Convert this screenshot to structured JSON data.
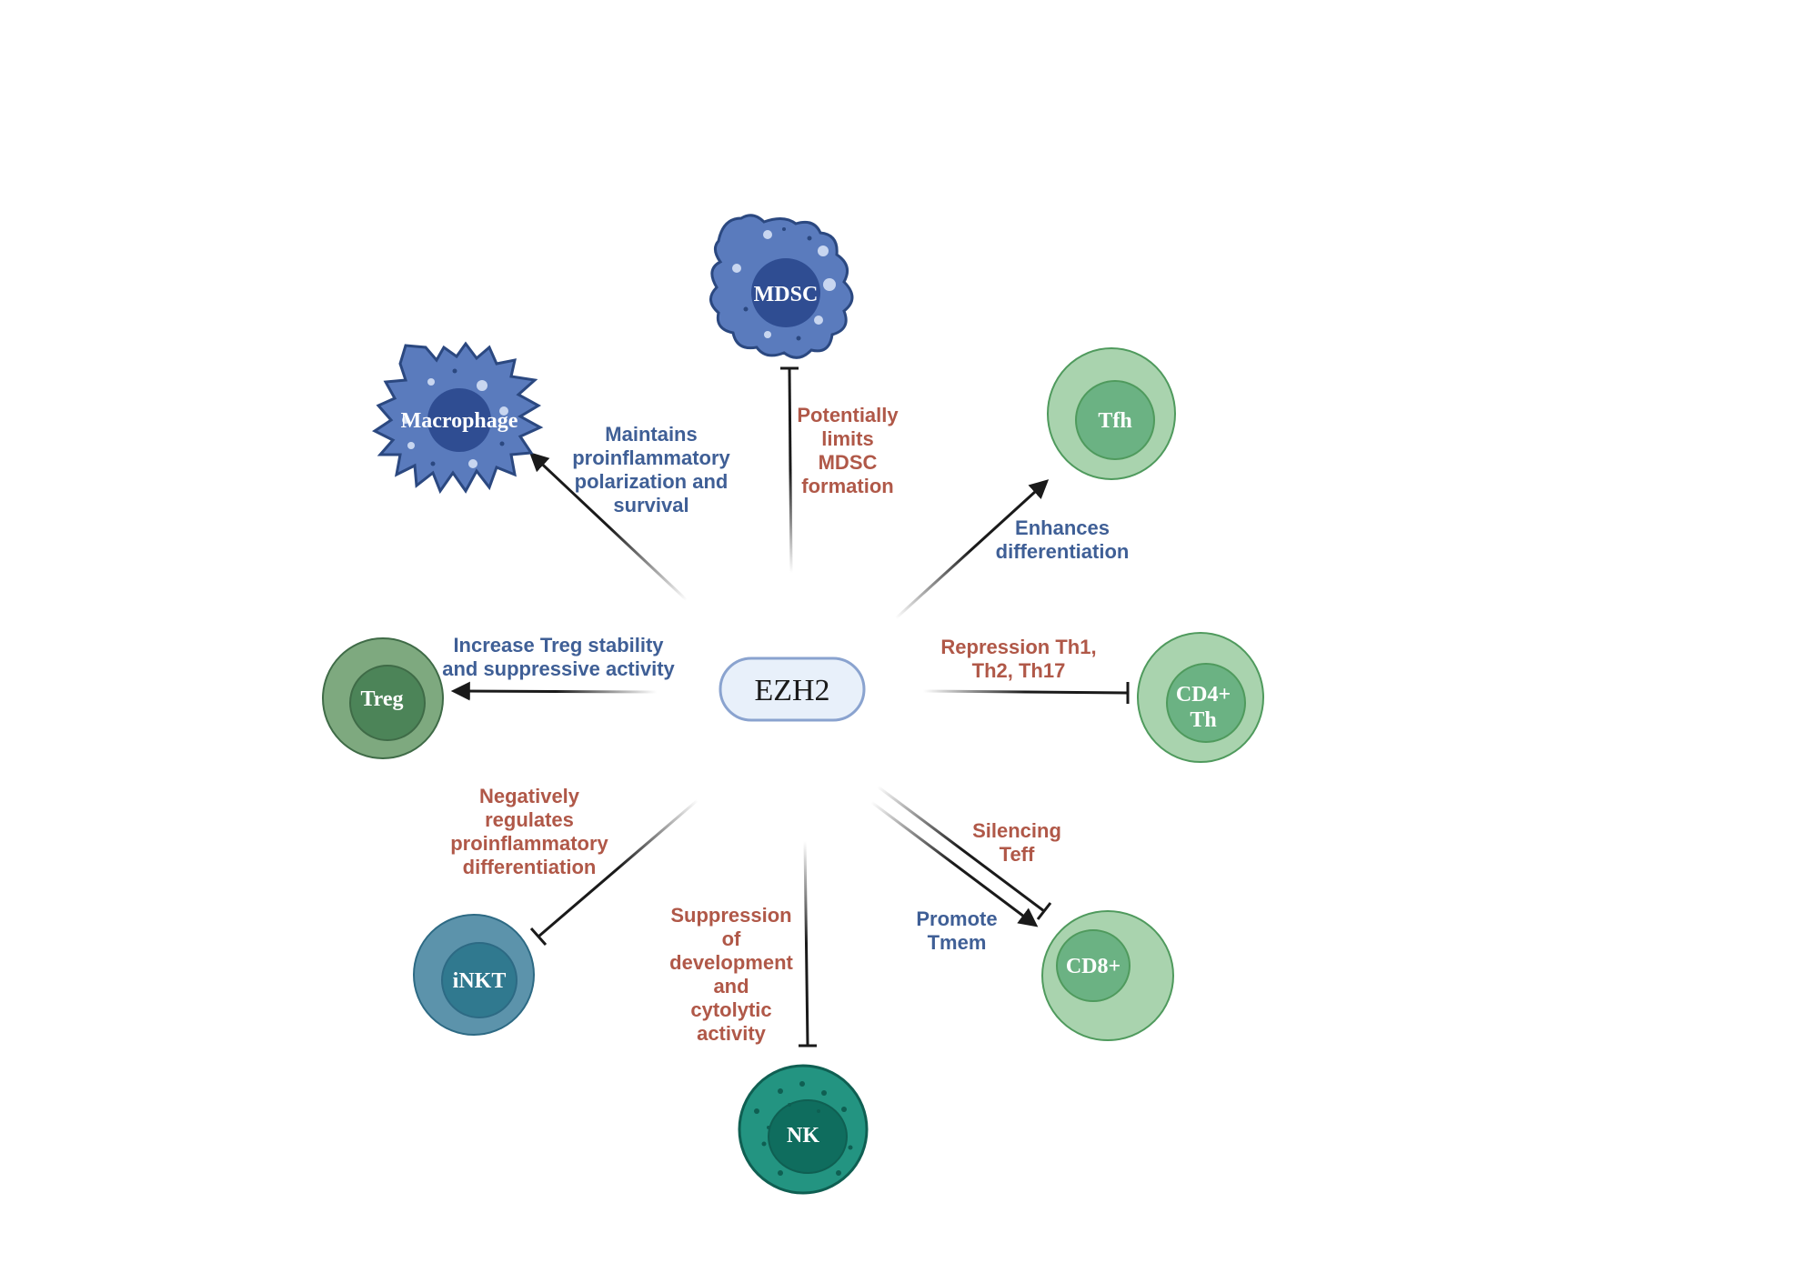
{
  "center": {
    "label": "EZH2"
  },
  "cells": {
    "mdsc": "MDSC",
    "macrophage": "Macrophage",
    "tfh": "Tfh",
    "treg": "Treg",
    "cd4": [
      "CD4+",
      "Th"
    ],
    "inkt": "iNKT",
    "nk": "NK",
    "cd8": "CD8+"
  },
  "labels": {
    "mdsc": [
      "Potentially",
      "limits",
      "MDSC",
      "formation"
    ],
    "macrophage": [
      "Maintains",
      "proinflammatory",
      "polarization and",
      "survival"
    ],
    "tfh": [
      "Enhances",
      "differentiation"
    ],
    "treg": [
      "Increase Treg stability",
      "and suppressive activity"
    ],
    "cd4": [
      "Repression Th1,",
      "Th2, Th17"
    ],
    "inkt": [
      "Negatively",
      "regulates",
      "proinflammatory",
      "differentiation"
    ],
    "nk": [
      "Suppression",
      "of",
      "development",
      "and",
      "cytolytic",
      "activity"
    ],
    "cd8_silencing": [
      "Silencing",
      "Teff"
    ],
    "cd8_promote": [
      "Promote",
      "Tmem"
    ]
  },
  "colors": {
    "label_blue": "#3f5f96",
    "label_red": "#b05848",
    "arrow": "#1a1a1a",
    "center_fill": "#e8f0fa",
    "center_stroke": "#8aa3cf"
  }
}
